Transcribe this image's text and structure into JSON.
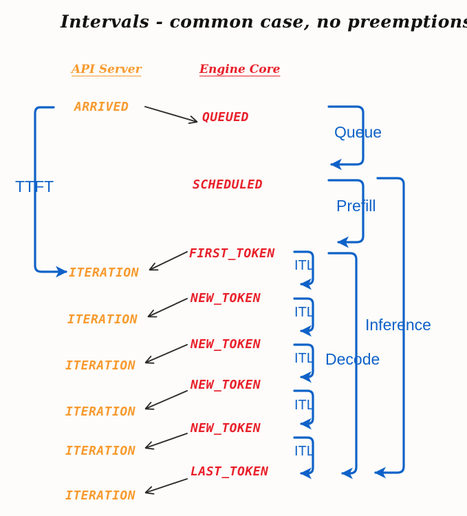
{
  "title": "Intervals - common case, no preemptions",
  "colors": {
    "api": "#F79A2E",
    "engine": "#E8202A",
    "metric": "#0F62C8",
    "arrow": "#2b2b2b",
    "background": "#fdfcfa"
  },
  "columns": [
    {
      "id": "api-server",
      "label": "API Server",
      "color": "#F79A2E"
    },
    {
      "id": "engine-core",
      "label": "Engine Core",
      "color": "#E8202A"
    }
  ],
  "api_states": [
    {
      "label": "ARRIVED"
    },
    {
      "label": "ITERATION"
    },
    {
      "label": "ITERATION"
    },
    {
      "label": "ITERATION"
    },
    {
      "label": "ITERATION"
    },
    {
      "label": "ITERATION"
    },
    {
      "label": "ITERATION"
    }
  ],
  "engine_states": [
    {
      "label": "QUEUED"
    },
    {
      "label": "SCHEDULED"
    },
    {
      "label": "FIRST_TOKEN"
    },
    {
      "label": "NEW_TOKEN"
    },
    {
      "label": "NEW_TOKEN"
    },
    {
      "label": "NEW_TOKEN"
    },
    {
      "label": "NEW_TOKEN"
    },
    {
      "label": "LAST_TOKEN"
    }
  ],
  "metrics": [
    {
      "id": "ttft",
      "label": "TTFT"
    },
    {
      "id": "queue",
      "label": "Queue"
    },
    {
      "id": "prefill",
      "label": "Prefill"
    },
    {
      "id": "decode",
      "label": "Decode"
    },
    {
      "id": "inference",
      "label": "Inference"
    }
  ],
  "itl_labels": [
    {
      "label": "ITL"
    },
    {
      "label": "ITL"
    },
    {
      "label": "ITL"
    },
    {
      "label": "ITL"
    },
    {
      "label": "ITL"
    }
  ]
}
